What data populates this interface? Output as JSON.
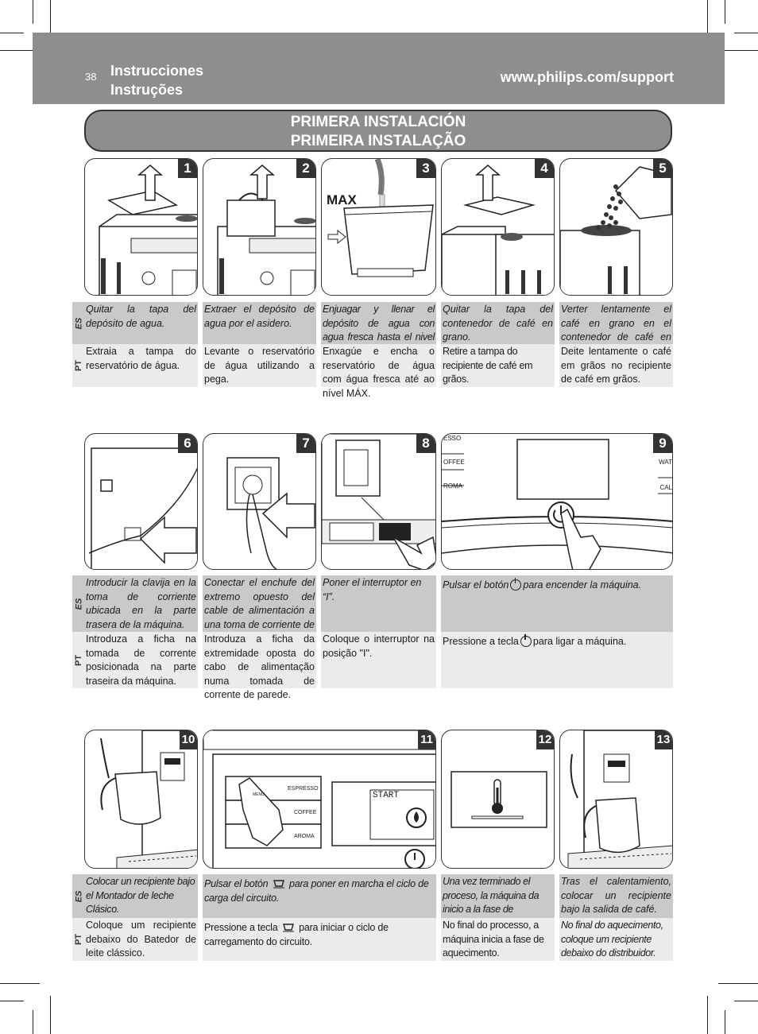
{
  "header": {
    "page_number": "38",
    "title_es": "Instrucciones",
    "title_pt": "Instruções",
    "url": "www.philips.com/support"
  },
  "banner": {
    "title_es": "PRIMERA INSTALACIÓN",
    "title_pt": "PRIMEIRA INSTALAÇÃO"
  },
  "lang_labels": {
    "es": "ES",
    "pt": "PT"
  },
  "panels": {
    "p3_label": "MAX",
    "p9_menu": [
      "ESSO",
      "OFFEE",
      "ROMA"
    ],
    "p9_right": [
      "WAT",
      "CAL"
    ],
    "p11_menu": [
      "ESPRESSO",
      "COFFEE",
      "AROMA"
    ],
    "p11_screen": "START",
    "p11_menu_small": "MENU"
  },
  "steps": [
    {
      "num": "1",
      "es": "Quitar la tapa del depósito de agua.",
      "pt": "Extraia a tampa do reservatório de água."
    },
    {
      "num": "2",
      "es": "Extraer el depósito de agua por el asidero.",
      "pt": "Levante o reservatório de água utilizando a pega."
    },
    {
      "num": "3",
      "es": "Enjuagar y llenar el depósito de agua con agua fresca hasta el nivel MAX.",
      "pt": "Enxagúe e encha o reservatório de água com água fresca até ao nível MÁX."
    },
    {
      "num": "4",
      "es": "Quitar la tapa del contenedor de café en grano.",
      "pt": "Retire a tampa do recipiente de café em grãos."
    },
    {
      "num": "5",
      "es": "Verter lentamente el café en grano en el contenedor de café en grano.",
      "pt": "Deite lentamente o café em grãos no recipiente de café em grãos."
    },
    {
      "num": "6",
      "es": "Introducir la clavija en la toma de corriente ubicada en la parte trasera de la máquina.",
      "pt": "Introduza a ficha na tomada de corrente posicionada na parte traseira da máquina."
    },
    {
      "num": "7",
      "es": "Conectar el enchufe del extremo opuesto del cable de alimentación a una toma de corriente de pared.",
      "pt": "Introduza a ficha da extremidade oposta do cabo de alimentação numa tomada de corrente de parede."
    },
    {
      "num": "8",
      "es": "Poner el interruptor en “I”.",
      "pt": "Coloque o interruptor na posição \"I\"."
    },
    {
      "num": "9",
      "es_a": "Pulsar el botón",
      "es_b": "para encender la máquina.",
      "pt_a": "Pressione a tecla",
      "pt_b": "para ligar a máquina."
    },
    {
      "num": "10",
      "es": "Colocar un recipiente bajo el Montador de leche Clásico.",
      "pt": "Coloque um recipiente debaixo do Batedor de leite clássico."
    },
    {
      "num": "11",
      "es_a": "Pulsar el botón",
      "es_b": "para poner en marcha el ciclo de carga del circuito.",
      "pt_a": "Pressione a tecla",
      "pt_b": "para iniciar o ciclo de carregamento do circuito."
    },
    {
      "num": "12",
      "es": "Una vez terminado el proceso, la máquina da inicio a la fase de calentamiento.",
      "pt": "No final do processo, a máquina inicia a fase de aquecimento."
    },
    {
      "num": "13",
      "es": "Tras el calentamiento, colocar un recipiente bajo la salida de café.",
      "pt": "No final do aquecimento, coloque um recipiente debaixo do distribuidor."
    }
  ]
}
